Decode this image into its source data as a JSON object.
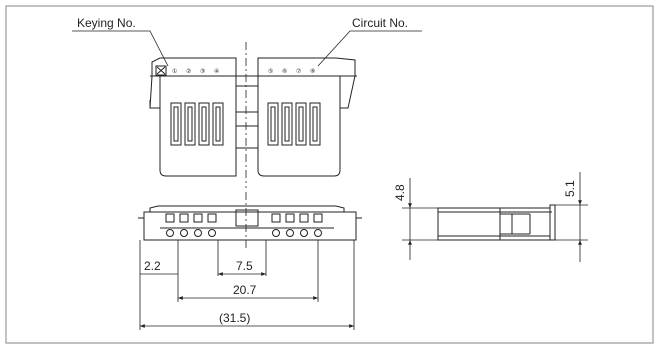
{
  "callouts": {
    "keying_label": "Keying No.",
    "circuit_label": "Circuit No."
  },
  "pin_marks": {
    "keying": [
      "①",
      "②",
      "③",
      "④"
    ],
    "circuit": [
      "⑤",
      "⑥",
      "⑦",
      "⑧"
    ]
  },
  "dimensions": {
    "pitch_start": "2.2",
    "pitch_span": "7.5",
    "pin_span": "20.7",
    "overall_width": "(31.5)",
    "side_height_left": "4.8",
    "side_height_right": "5.1"
  },
  "colors": {
    "line": "#222222",
    "frame": "#9a9a9a",
    "fill": "#ffffff"
  }
}
